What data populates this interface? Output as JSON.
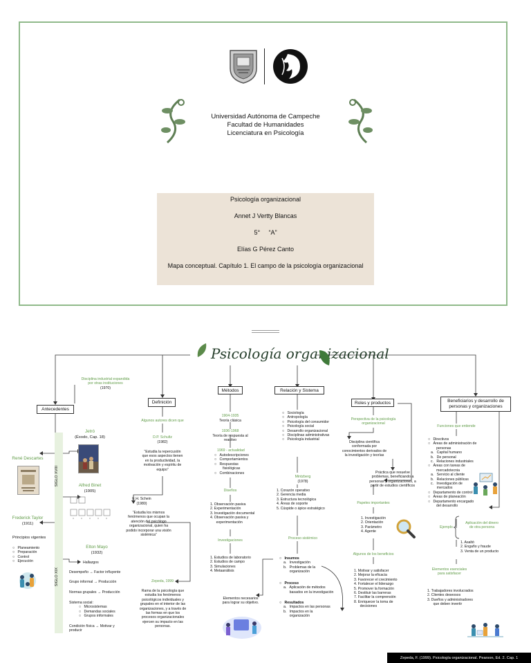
{
  "cover": {
    "institution": [
      "Universidad Autónoma de Campeche",
      "Facultad de Humanidades",
      "Licenciatura en Psicología"
    ],
    "course": "Psicología organizacional",
    "student": "Annet J Vertty Blancas",
    "semester": "5°",
    "group": "“A”",
    "teacher": "Elías G Pérez Canto",
    "assignment": "Mapa conceptual. Capítulo 1. El campo de la psicología organizacional"
  },
  "map": {
    "title": "Psicología organizacional",
    "top_note": [
      "Disciplina industrial expandida",
      "por otras instituciones",
      "(1970)"
    ],
    "antecedentes": {
      "label": "Antecedentes",
      "siglo_xviii": "SIGLO XVIII",
      "siglo_xix": "SIGLO XIX",
      "rene": "René Descartes",
      "frederick": "Frederick Taylor",
      "frederick_year": "(1911)",
      "principios_title": "Principios vigentes",
      "principios": [
        "Planeamiento",
        "Preparación",
        "Control",
        "Ejecución"
      ],
      "jetro": "Jetró",
      "jetro_ref": "(Éxodo, Cap. 18)",
      "binet": "Alfred Binet",
      "binet_year": "(1905)",
      "mayo": "Elton Mayo",
      "mayo_year": "(1932)",
      "hallazgos": "Hallazgos",
      "mayo_items": [
        "Desempeño → Factor influyente",
        "Grupo informal → Producción",
        "Normas grupales → Producción"
      ],
      "sistema_social": "Sistema social:",
      "sistema_items": [
        "Microsistemas",
        "Demandas sociales",
        "Grupos informales"
      ],
      "condicion": [
        "Condición física → Motivar y",
        "producir"
      ]
    },
    "definicion": {
      "label": "Definición",
      "algunos": "Algunos autores dicen que",
      "schultz": "D.P. Schultz",
      "schultz_year": "(1982)",
      "schultz_text": [
        "“Estudia la repercusión",
        "que esos aspectos tienen",
        "en la productividad, la",
        "motivación y espíritu de",
        "equipo”"
      ],
      "schein": "E.H. Schein",
      "schein_year": "(1980)",
      "schein_text": [
        "“Estudia los mismos",
        "fenómenos que ocupan la",
        "atención del psicólogo",
        "organizacional, quien ha",
        "podido incorporar una visión",
        "sistémica”"
      ],
      "zepeda": "Zepeda, 1999",
      "zepeda_text": [
        "Rama de la psicología que",
        "estudia los fenómenos",
        "psicológicos individuales y",
        "grupales en el interior de las",
        "organizaciones, y a través de",
        "las formas en que los",
        "procesos organizacionales",
        "ejercen su impacto en las",
        "personas."
      ]
    },
    "metodos": {
      "label": "Métodos",
      "p1": "1904-1935",
      "p1_text": "Teoría clásica",
      "p2": "1936-1968",
      "p2_text": [
        "Teoría de respuesta al",
        "reactivo"
      ],
      "p3": "1969 - actualidad",
      "p3_items": [
        "Autodescripciones",
        "Comportamientos",
        "Respuestas",
        "fisiológicas",
        "Combinaciones"
      ],
      "disenos": "Diseños",
      "disenos_items": [
        "1.   Observación pasiva",
        "2.   Experimentación",
        "3.   Investigación documental",
        "4.   Observación pasiva y",
        "      experimentación"
      ],
      "investigaciones": "Investigaciones",
      "inv_items": [
        "1.   Estudios de laboratorio",
        "2.   Estudios de campo",
        "3.   Simulaciones",
        "4.   Metaanálisis"
      ]
    },
    "relacion": {
      "label": "Relación y Sistema",
      "items": [
        "Sociología",
        "Antropología",
        "Psicología del consumidor",
        "Psicología social",
        "Desarrollo organizacional",
        "Disciplinas administrativas",
        "Psicología industrial"
      ],
      "mintzberg": "Mintzberg",
      "mintzberg_year": "(1978)",
      "mintz_items": [
        "1.   Corazón operativo",
        "2.   Gerencia media",
        "3.   Estructura tecnológica",
        "4.   Áreas de soporte",
        "5.   Cúspide o ápice estratégico"
      ],
      "proceso_sistemico": "Proceso sistémico",
      "insumos": "Insumos",
      "insumos_items": [
        "a.   Investigación",
        "b.   Problemas de la",
        "      organización"
      ],
      "proceso": "Proceso",
      "proceso_items": [
        "a.   Aplicación de métodos",
        "      basados en la investigación"
      ],
      "resultados": "Resultados",
      "resultados_items": [
        "a.   Impactos en las personas",
        "b.   Impactos en la",
        "      organización"
      ],
      "elementos": [
        "Elementos necesarios",
        "para lograr su objetivo."
      ]
    },
    "roles": {
      "label": "Roles y productos",
      "perspectiva": [
        "Perspectiva de la psicología",
        "organizacional"
      ],
      "disciplina": [
        "Disciplina científica",
        "conformada por",
        "conocimientos derivados de",
        "la investigación y teorías"
      ],
      "practica": [
        "Práctica que resuelve",
        "problemas, beneficiando a",
        "personas y organizaciones, a",
        "partir de estudios científicos"
      ],
      "papeles": "Papeles importantes",
      "papeles_items": [
        "1.   Investigación",
        "2.   Orientación",
        "3.   Parámetro",
        "4.   Agente"
      ],
      "beneficios": "Algunos de los beneficios",
      "beneficios_items": [
        "1.   Motivar y satisfacer",
        "2.   Mejorar la eficacia",
        "3.   Favorecer el crecimiento",
        "4.   Fortalecer el liderazgo",
        "5.   Promover la formación",
        "6.   Destituir las barreras",
        "7.   Facilitar la comprensión",
        "8.   Enriquecer la toma de",
        "      decisiones"
      ]
    },
    "beneficiarios": {
      "label": [
        "Beneficiarios y desarrollo de",
        "personas y organizaciones"
      ],
      "funciones": "Funciones que entiende",
      "func_items": [
        "Directivos",
        "Áreas de administración de",
        "personas",
        "a.   Capital humano",
        "b.   De personal",
        "c.   Relaciones industriales",
        "Áreas con tareas de",
        "mercadotecnia",
        "a.   Servicio al cliente",
        "b.   Relaciones públicas",
        "c.   Investigación de",
        "      mercados",
        "Departamento de control",
        "Áreas de planeación",
        "Departamento encargado",
        "del desarrollo"
      ],
      "ejemplo": "Ejemplo",
      "aplicacion": [
        "Aplicación del dinero",
        "de otra persona"
      ],
      "ej_items": [
        "1.   Asaltó",
        "2.   Engaño y fraude",
        "3.   Venta de un producto"
      ],
      "elementos": [
        "Elementos esenciales",
        "para satisfacer"
      ],
      "elem_items": [
        "1.   Trabajadores involucrados",
        "2.   Clientes deseosos",
        "3.   Dueños y administradores",
        "      que deben invertir"
      ]
    }
  },
  "footer": "Zepeda, F. (1999). Psicología organizacional. Pearson, Ed. 2. Cap. 1"
}
